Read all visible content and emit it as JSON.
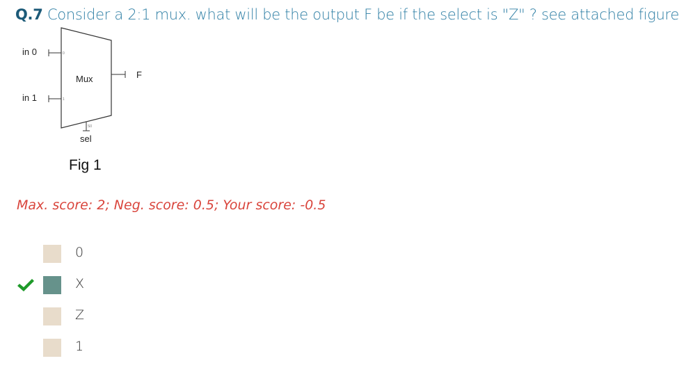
{
  "question": {
    "number": "Q.7",
    "text": "Consider a 2:1 mux. what will be the output F be if the select is \"Z\" ? see attached figure."
  },
  "figure": {
    "inputs": [
      "in 0",
      "in 1"
    ],
    "block_label": "Mux",
    "output_label": "F",
    "select_label": "sel",
    "pin_labels": [
      "0",
      "1",
      "S0"
    ],
    "caption": "Fig 1"
  },
  "score_text": "Max. score: 2; Neg. score: 0.5; Your score: -0.5",
  "options": [
    {
      "label": "0",
      "correct": false
    },
    {
      "label": "X",
      "correct": true
    },
    {
      "label": "Z",
      "correct": false
    },
    {
      "label": "1",
      "correct": false
    }
  ],
  "colors": {
    "question": "#2f7fa5",
    "question_number": "#1c5a78",
    "score": "#d9453c",
    "option_box": "#e8dccb",
    "option_box_correct": "#66928b",
    "check": "#1e9a2a"
  },
  "icons": {
    "correct": "checkmark-icon"
  }
}
